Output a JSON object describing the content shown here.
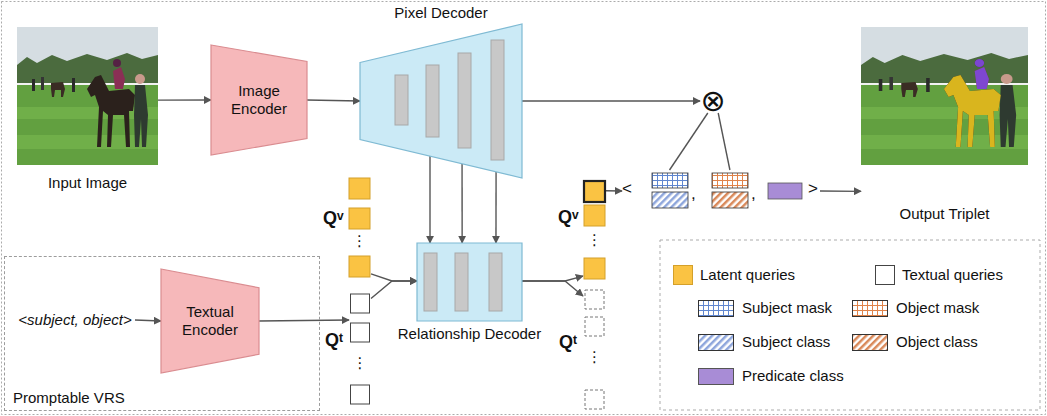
{
  "diagram": {
    "nodes": [
      {
        "text": [
          "Input Image"
        ]
      },
      {
        "text": [
          "Image Encoder"
        ]
      },
      {
        "text": [
          "Pixel Decoder"
        ]
      },
      {
        "text": [
          "Qᵛ",
          "⋮"
        ]
      },
      {
        "text": [
          "Qᵗ",
          "⋮"
        ]
      },
      {
        "text": [
          "Relationship Decoder"
        ]
      },
      {
        "text": [
          "Qᵛ",
          "⋮"
        ]
      },
      {
        "text": [
          "Qᵗ",
          "⋮"
        ]
      },
      {
        "text": [
          "⊗"
        ]
      },
      {
        "text": [
          "<",
          ",",
          ",",
          ">"
        ]
      },
      {
        "text": [
          "Output Triplet"
        ]
      },
      {
        "text": [
          "Promptable VRS"
        ]
      },
      {
        "text": [
          "<subject, object>"
        ],
        "in": 11
      },
      {
        "text": [
          "Textual Encoder"
        ],
        "in": 11
      }
    ],
    "edges": [
      {
        "from": 0,
        "to": 1,
        "arrow": "to"
      },
      {
        "from": 1,
        "to": 2,
        "arrow": "to"
      },
      {
        "from": 2,
        "to": 5,
        "arrow": "to"
      },
      {
        "from": 2,
        "to": 5,
        "arrow": "to"
      },
      {
        "from": 2,
        "to": 5,
        "arrow": "to"
      },
      {
        "from": 2,
        "to": 8,
        "arrow": "to"
      },
      {
        "from": 8,
        "to": 9,
        "arrow": "none"
      },
      {
        "from": 8,
        "to": 9,
        "arrow": "none"
      },
      {
        "from": 9,
        "to": 10,
        "arrow": "to"
      },
      {
        "from": 12,
        "to": 13,
        "arrow": "to"
      },
      {
        "from": 13,
        "to": 4,
        "arrow": "to"
      },
      {
        "from": 3,
        "to": 5,
        "arrow": "to"
      },
      {
        "from": 4,
        "to": 5,
        "arrow": "to"
      },
      {
        "from": 5,
        "to": 6,
        "arrow": "to"
      },
      {
        "from": 5,
        "to": 7,
        "arrow": "to"
      },
      {
        "from": 6,
        "to": 9,
        "arrow": "to"
      }
    ],
    "legend": [
      {
        "text": "Latent queries",
        "color": "#FAC343"
      },
      {
        "text": "Textual queries",
        "color": "#FFFFFF"
      },
      {
        "text": "Subject mask"
      },
      {
        "text": "Object mask"
      },
      {
        "text": "Subject class"
      },
      {
        "text": "Object class"
      },
      {
        "text": "Predicate class",
        "color": "#A88CD6"
      }
    ]
  }
}
